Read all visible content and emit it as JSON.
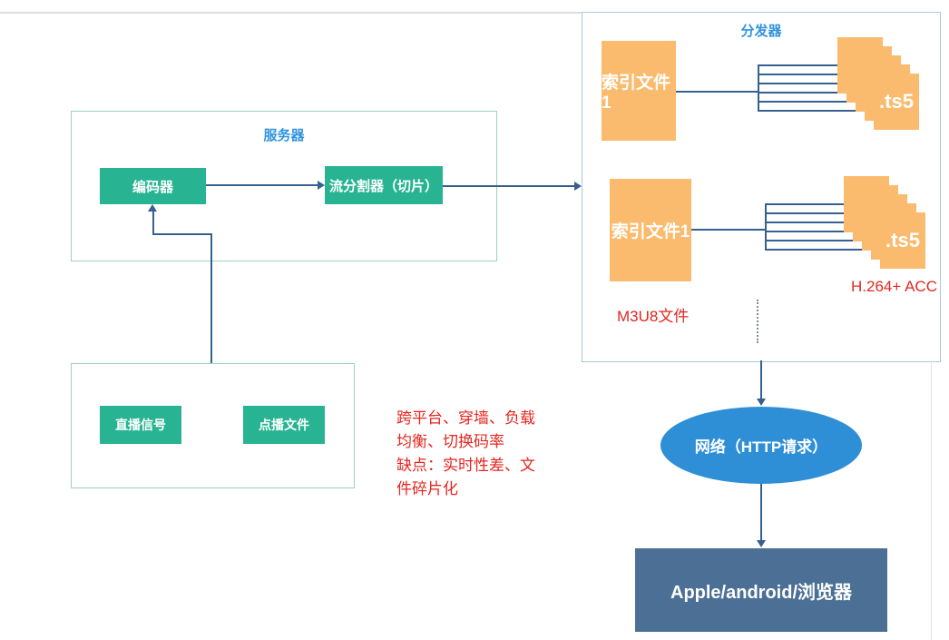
{
  "diagram": {
    "server_box": {
      "title": "服务器",
      "encoder": "编码器",
      "splitter": "流分割器（切片）"
    },
    "source_box": {
      "live": "直播信号",
      "vod": "点播文件"
    },
    "notes": {
      "lines": [
        "跨平台、穿墙、负载",
        "均衡、切换码率",
        "缺点：实时性差、文",
        "件碎片化"
      ]
    },
    "distributor": {
      "title": "分发器",
      "rows": [
        {
          "index": "索引文件1",
          "ts": ".ts5"
        },
        {
          "index": "索引文件1",
          "ts": ".ts5"
        }
      ],
      "m3u8_label": "M3U8文件",
      "codec_label": "H.264+ ACC"
    },
    "network": {
      "label": "网络（HTTP请求）"
    },
    "client": {
      "label": "Apple/android/浏览器"
    },
    "colors": {
      "node_green": "#28b492",
      "file_orange": "#fabb6e",
      "network_blue": "#2e8fd6",
      "client_slate": "#4c7095",
      "connector_blue": "#36618f",
      "group_title_blue": "#3093dd",
      "note_red": "#e5261f"
    }
  }
}
